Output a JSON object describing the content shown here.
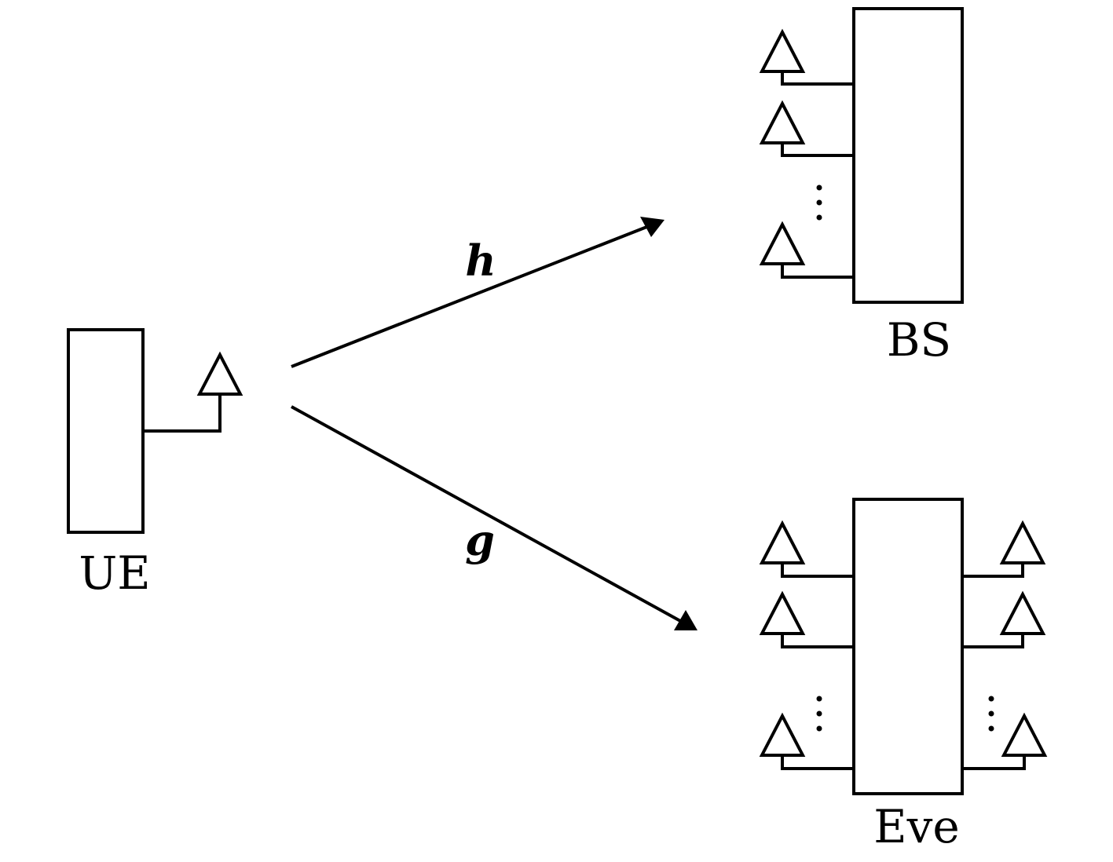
{
  "nodes": {
    "ue": {
      "label": "UE",
      "antennas": 1
    },
    "bs": {
      "label": "BS"
    },
    "eve": {
      "label": "Eve"
    }
  },
  "channels": {
    "h": {
      "label": "h"
    },
    "g": {
      "label": "g"
    }
  },
  "ellipsis": "⋮"
}
